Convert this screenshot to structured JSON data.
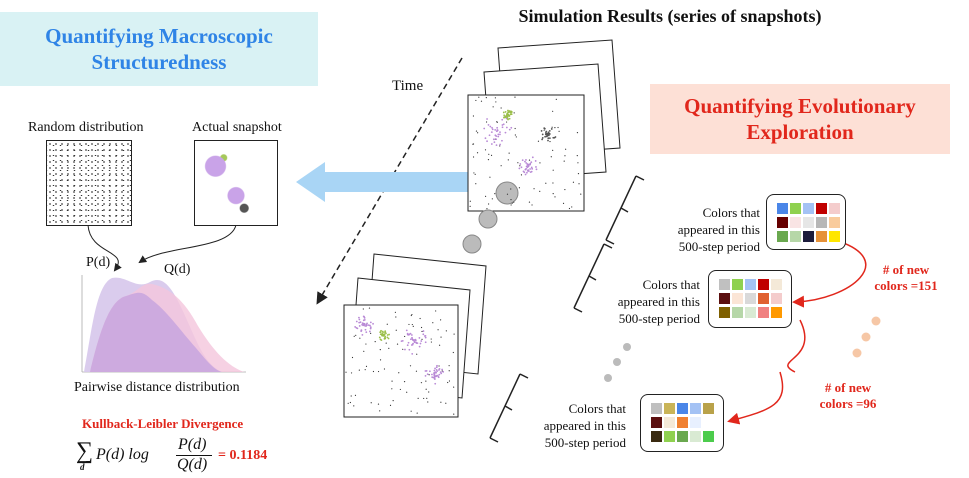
{
  "header": {
    "simulation_title": "Simulation Results (series of snapshots)",
    "macro_title": "Quantifying Macroscopic Structuredness",
    "evo_title": "Quantifying Evolutionary Exploration",
    "time_label": "Time"
  },
  "macro": {
    "random_label": "Random distribution",
    "actual_label": "Actual snapshot",
    "p_label": "P(d)",
    "q_label": "Q(d)",
    "pairwise_label": "Pairwise distance distribution",
    "kl_label": "Kullback-Leibler Divergence",
    "kl_value": "= 0.1184",
    "formula_sum": "∑",
    "formula_sub": "d",
    "formula_pd": "P(d) log",
    "formula_num": "P(d)",
    "formula_den": "Q(d)"
  },
  "evo": {
    "periods": [
      {
        "text_lines": [
          "Colors that",
          "appeared in this",
          "500-step period"
        ],
        "colors": [
          "#4a86e8",
          "#8fd14f",
          "#a4c2f4",
          "#c00000",
          "#f4cccc",
          "#660000",
          "#f9e4e4",
          "#e6e6e6",
          "#b7b7b7",
          "#f9cb9c",
          "#6aa84f",
          "#b6d7a8",
          "#1c1c3c",
          "#e69138",
          "#ffe600"
        ]
      },
      {
        "text_lines": [
          "Colors that",
          "appeared in this",
          "500-step period"
        ],
        "colors": [
          "#c0c0c0",
          "#8fd14f",
          "#a4c2f4",
          "#c00000",
          "#f4e9d8",
          "#5b0f0f",
          "#fbe5d6",
          "#d9d9d9",
          "#e06030",
          "#f4cccc",
          "#7f6000",
          "#b6d7a8",
          "#d9ead3",
          "#f08080",
          "#ff9900"
        ]
      },
      {
        "text_lines": [
          "Colors that",
          "appeared in this",
          "500-step period"
        ],
        "colors": [
          "#bfbfbf",
          "#c9b458",
          "#4a86e8",
          "#a4c2f4",
          "#b9a24a",
          "#5b0f0f",
          "#f4e9d8",
          "#f08030",
          "#e8f0ff",
          "#ffffff",
          "#3a2a10",
          "#8fd14f",
          "#6aa84f",
          "#d9ead3",
          "#4ccc4c"
        ]
      }
    ],
    "new_colors_1": [
      "# of new",
      "colors =151"
    ],
    "new_colors_2": [
      "# of new",
      "colors =96"
    ]
  },
  "colors": {
    "macro_title": "#2f84e6",
    "evo_title": "#e1271c",
    "p_curve": "#cbb8e8",
    "q_curve": "#f1bcd6",
    "arrow": "#9fcff3"
  }
}
